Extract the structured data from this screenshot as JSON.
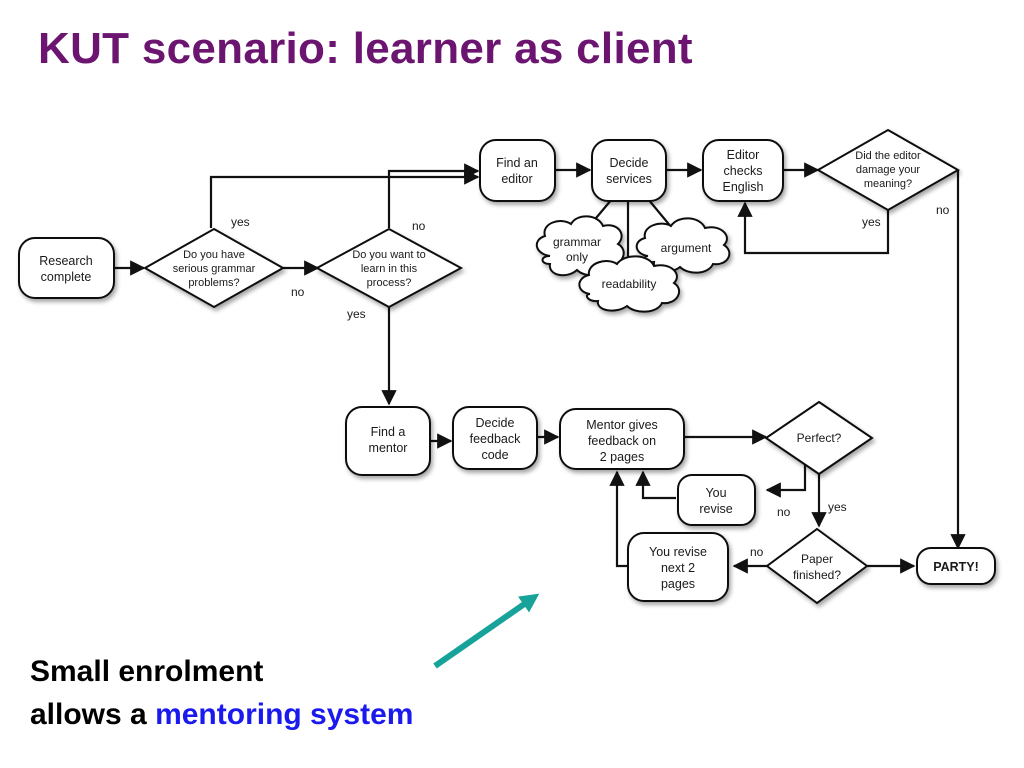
{
  "title": "KUT scenario: learner as client",
  "nodes": {
    "research_complete": [
      "Research",
      "complete"
    ],
    "grammar_question": [
      "Do you have",
      "serious grammar",
      "problems?"
    ],
    "learn_question": [
      "Do you want to",
      "learn in this",
      "process?"
    ],
    "find_editor": [
      "Find an",
      "editor"
    ],
    "decide_services": [
      "Decide",
      "services"
    ],
    "editor_checks": [
      "Editor",
      "checks",
      "English"
    ],
    "damage_question": [
      "Did the editor",
      "damage your",
      "meaning?"
    ],
    "grammar_only": [
      "grammar",
      "only"
    ],
    "readability": [
      "readability"
    ],
    "argument": [
      "argument"
    ],
    "find_mentor": [
      "Find a",
      "mentor"
    ],
    "decide_feedback": [
      "Decide",
      "feedback",
      "code"
    ],
    "mentor_gives": [
      "Mentor gives",
      "feedback on",
      "2 pages"
    ],
    "perfect_question": [
      "Perfect?"
    ],
    "you_revise": [
      "You",
      "revise"
    ],
    "revise_next": [
      "You revise",
      "next 2",
      "pages"
    ],
    "paper_finished": [
      "Paper",
      "finished?"
    ],
    "party": [
      "PARTY!"
    ]
  },
  "edge_labels": {
    "grammar_yes": "yes",
    "grammar_no": "no",
    "learn_no": "no",
    "learn_yes": "yes",
    "damage_no": "no",
    "damage_yes": "yes",
    "perfect_no": "no",
    "perfect_yes": "yes",
    "finished_no": "no"
  },
  "caption": {
    "line1": "Small enrolment",
    "line2_prefix": "allows a ",
    "line2_highlight": "mentoring system"
  },
  "colors": {
    "title": "#6b1470",
    "highlight": "#1a1aee",
    "pointer_arrow": "#17a39a"
  }
}
